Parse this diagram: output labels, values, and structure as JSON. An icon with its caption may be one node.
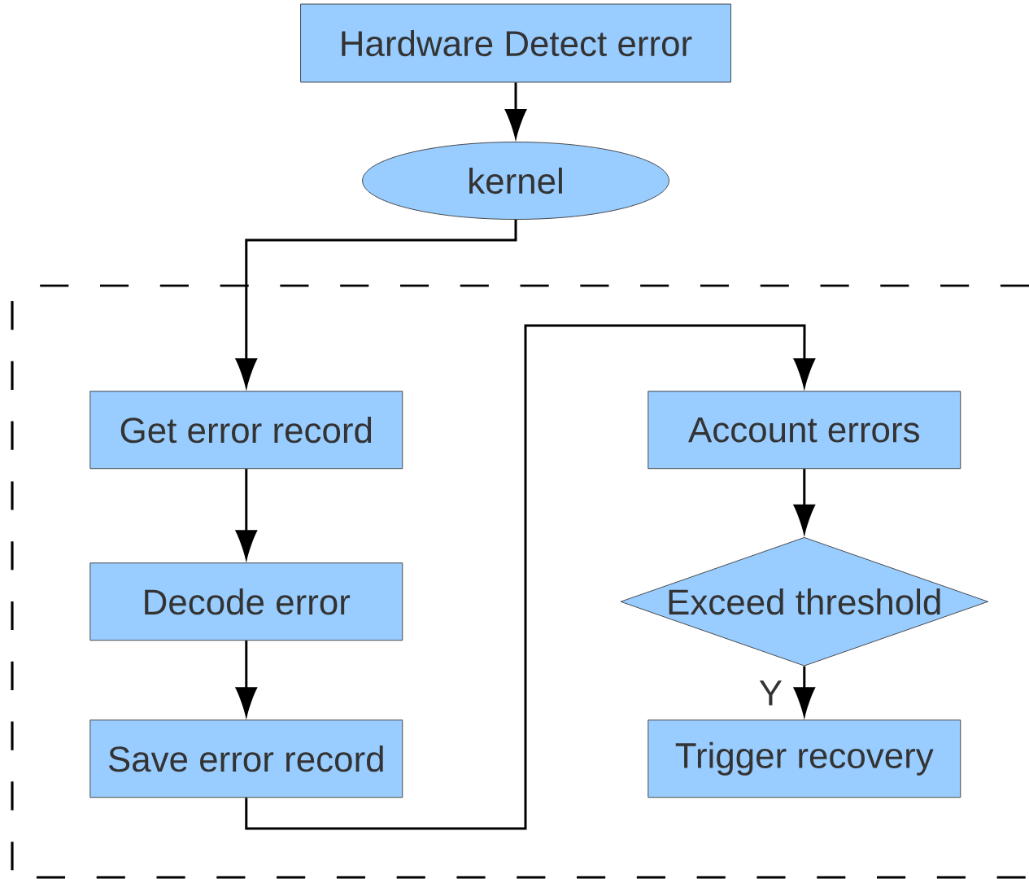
{
  "diagram": {
    "nodes": [
      {
        "text": [
          "Hardware Detect error"
        ]
      },
      {
        "text": [
          "kernel"
        ]
      },
      {
        "text": [],
        "shape": "box"
      },
      {
        "text": [
          "Get error record"
        ],
        "in": 2
      },
      {
        "text": [
          "Decode error"
        ],
        "in": 2
      },
      {
        "text": [
          "Save error record"
        ],
        "in": 2
      },
      {
        "text": [
          "Account errors"
        ],
        "in": 2
      },
      {
        "text": [
          "Exceed threshold"
        ],
        "in": 2
      },
      {
        "text": [
          "Trigger recovery"
        ],
        "in": 2
      }
    ],
    "edges": [
      {
        "from": 0,
        "to": 1,
        "arrow": "to"
      },
      {
        "from": 1,
        "to": 3,
        "arrow": "to"
      },
      {
        "from": 3,
        "to": 4,
        "arrow": "to"
      },
      {
        "from": 4,
        "to": 5,
        "arrow": "to"
      },
      {
        "from": 5,
        "to": 6,
        "arrow": "to"
      },
      {
        "from": 6,
        "to": 7,
        "arrow": "to"
      },
      {
        "from": 7,
        "to": 8,
        "arrow": "to",
        "label": "Y"
      }
    ]
  }
}
